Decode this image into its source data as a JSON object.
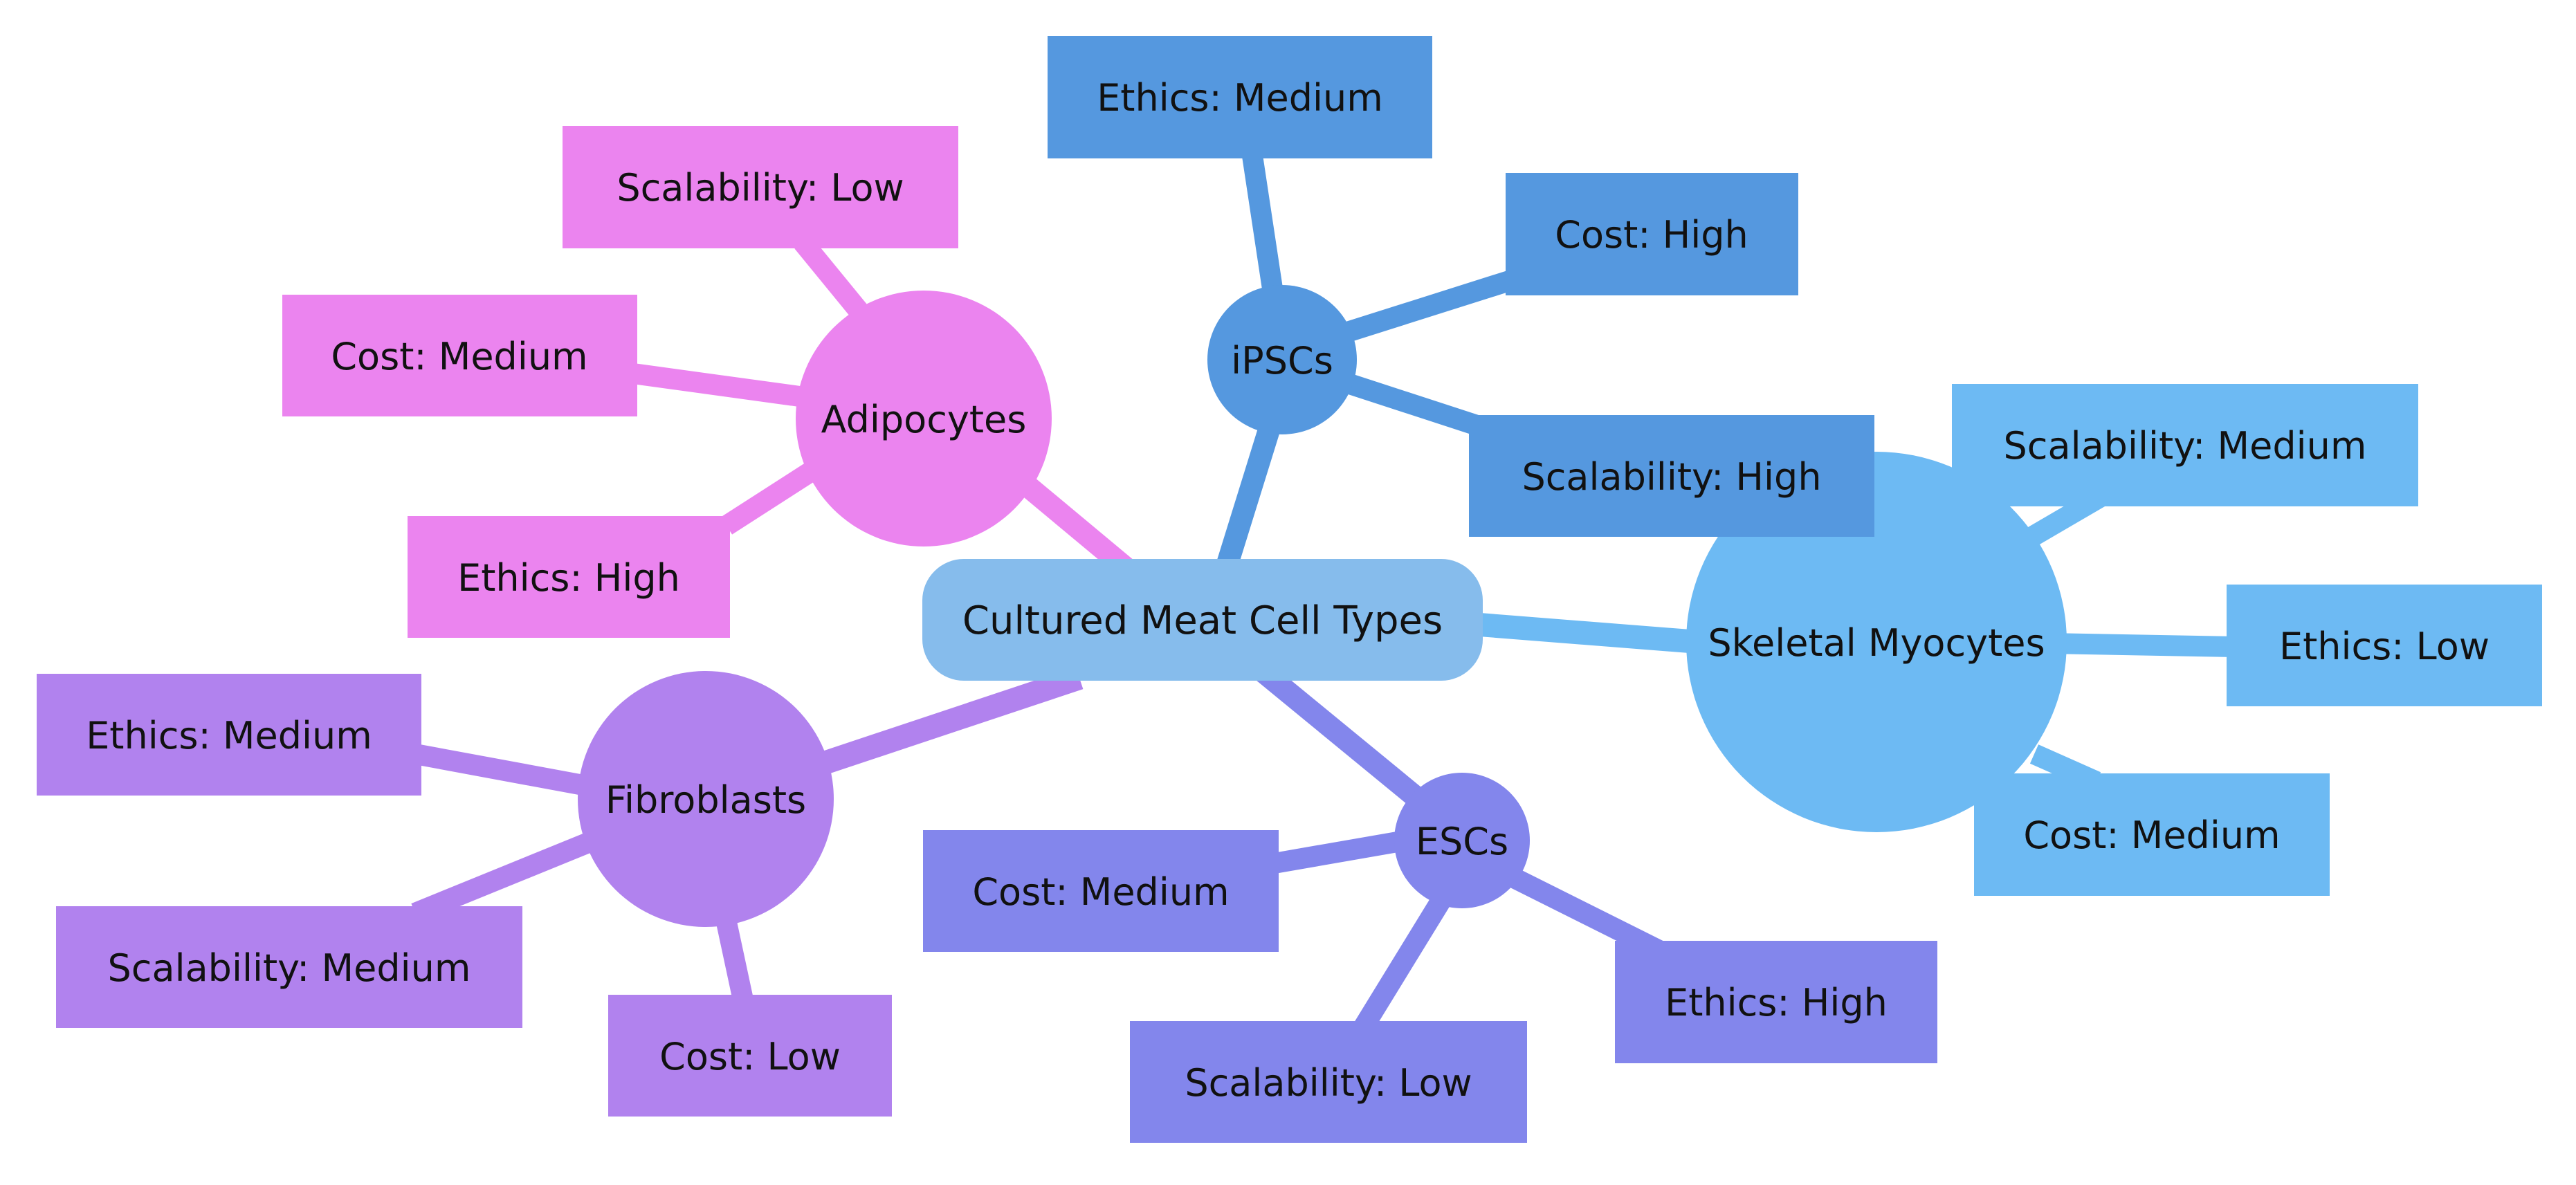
{
  "root": {
    "label": "Cultured Meat Cell Types",
    "color": "#86bcec"
  },
  "branches": [
    {
      "key": "ipscs",
      "label": "iPSCs",
      "color": "#5598df",
      "leaves": [
        {
          "key": "ethics",
          "label": "Ethics: Medium"
        },
        {
          "key": "cost",
          "label": "Cost: High"
        },
        {
          "key": "scalability",
          "label": "Scalability: High"
        }
      ]
    },
    {
      "key": "skeletal-myocytes",
      "label": "Skeletal Myocytes",
      "color": "#6dbaf3",
      "leaves": [
        {
          "key": "scalability",
          "label": "Scalability: Medium"
        },
        {
          "key": "ethics",
          "label": "Ethics: Low"
        },
        {
          "key": "cost",
          "label": "Cost: Medium"
        }
      ]
    },
    {
      "key": "escs",
      "label": "ESCs",
      "color": "#8386ec",
      "leaves": [
        {
          "key": "cost",
          "label": "Cost: Medium"
        },
        {
          "key": "ethics",
          "label": "Ethics: High"
        },
        {
          "key": "scalability",
          "label": "Scalability: Low"
        }
      ]
    },
    {
      "key": "fibroblasts",
      "label": "Fibroblasts",
      "color": "#b182ee",
      "leaves": [
        {
          "key": "ethics",
          "label": "Ethics: Medium"
        },
        {
          "key": "scalability",
          "label": "Scalability: Medium"
        },
        {
          "key": "cost",
          "label": "Cost: Low"
        }
      ]
    },
    {
      "key": "adipocytes",
      "label": "Adipocytes",
      "color": "#eb84ef",
      "leaves": [
        {
          "key": "scalability",
          "label": "Scalability: Low"
        },
        {
          "key": "cost",
          "label": "Cost: Medium"
        },
        {
          "key": "ethics",
          "label": "Ethics: High"
        }
      ]
    }
  ]
}
